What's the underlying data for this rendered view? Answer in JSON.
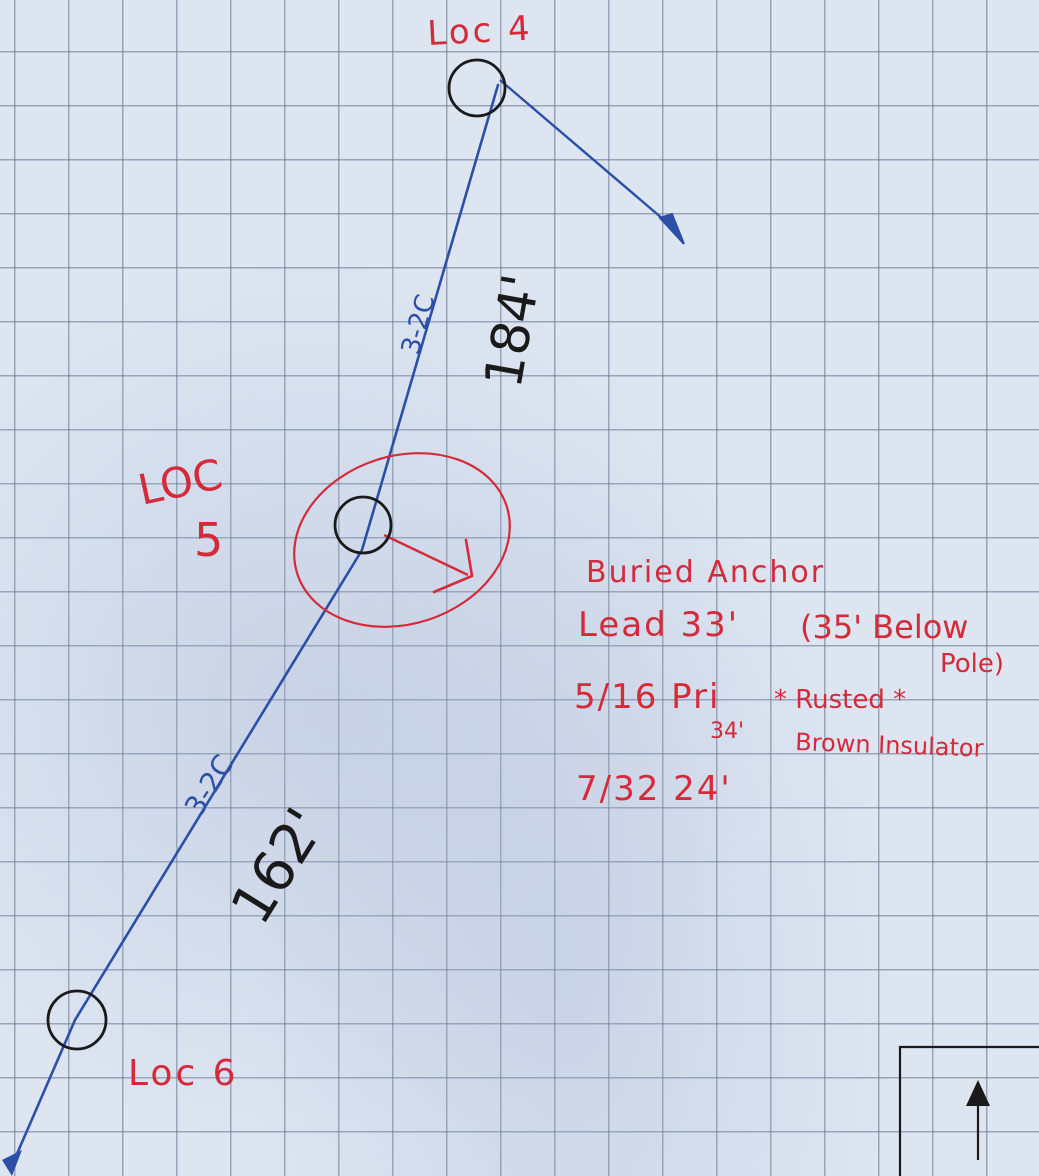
{
  "locations": {
    "loc4": "Loc 4",
    "loc5_line1": "LOC",
    "loc5_line2": "5",
    "loc6": "Loc 6"
  },
  "spans": {
    "upper_cable": "3-2C",
    "upper_length": "184'",
    "lower_cable": "3-2C",
    "lower_length": "162'"
  },
  "notes": {
    "line1": "Buried Anchor",
    "line2_a": "Lead 33'",
    "line2_b": "(35' Below",
    "line2_c": "Pole)",
    "line3_a": "5/16 Pri",
    "line3_b": "* Rusted *",
    "line3_c": "34'",
    "line3_d": "Brown Insulator",
    "line4": "7/32 24'"
  },
  "colors": {
    "ink_blue": "#2c4fa8",
    "ink_red": "#d42a3a",
    "ink_black": "#1a1a1a",
    "grid": "#5f6e8c"
  }
}
